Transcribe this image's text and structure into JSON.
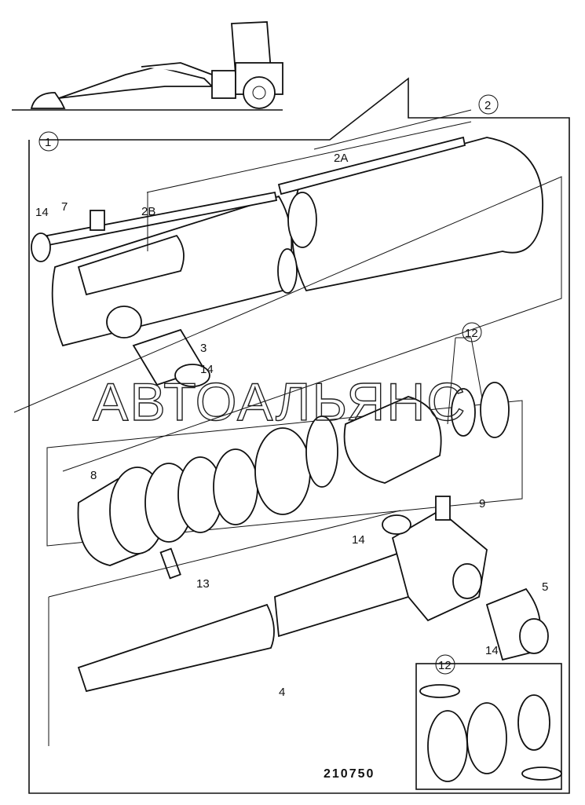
{
  "diagram": {
    "drawing_number": "210750",
    "watermark": "АВТОАЛЬЯНС",
    "callouts": {
      "c1": "1",
      "c2": "2",
      "c2a": "2A",
      "c2b": "2B",
      "c3": "3",
      "c4": "4",
      "c5": "5",
      "c7": "7",
      "c8": "8",
      "c9": "9",
      "c12a": "12",
      "c12b": "12",
      "c13": "13",
      "c14a": "14",
      "c14b": "14",
      "c14c": "14",
      "c14d": "14"
    }
  }
}
